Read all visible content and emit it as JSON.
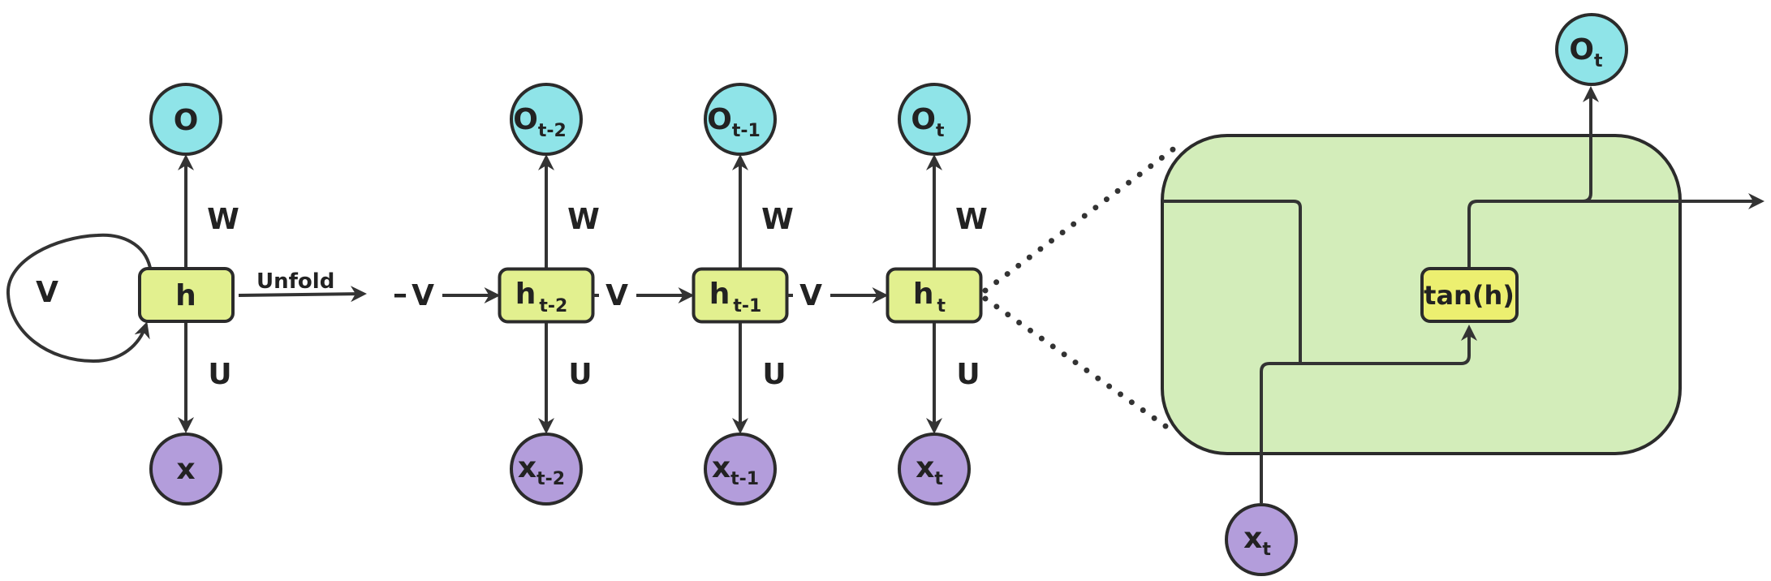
{
  "colors": {
    "output_node": "#8fe4e8",
    "hidden_node": "#e2f08f",
    "input_node": "#b39ddb",
    "cell_background": "#d3edba",
    "activation_node": "#ecef70",
    "stroke": "#2b2b2b"
  },
  "folded": {
    "output": "O",
    "hidden": "h",
    "input": "x",
    "w_label": "W",
    "u_label": "U",
    "v_label": "V",
    "unfold_label": "Unfold"
  },
  "unrolled": {
    "steps": [
      {
        "output_base": "O",
        "output_sub": "t-2",
        "hidden_base": "h",
        "hidden_sub": "t-2",
        "input_base": "x",
        "input_sub": "t-2",
        "w_label": "W",
        "u_label": "U",
        "v_label": "V"
      },
      {
        "output_base": "O",
        "output_sub": "t-1",
        "hidden_base": "h",
        "hidden_sub": "t-1",
        "input_base": "x",
        "input_sub": "t-1",
        "w_label": "W",
        "u_label": "U",
        "v_label": "V"
      },
      {
        "output_base": "O",
        "output_sub": "t",
        "hidden_base": "h",
        "hidden_sub": "t",
        "input_base": "x",
        "input_sub": "t",
        "w_label": "W",
        "u_label": "U",
        "v_label": "V"
      }
    ],
    "leading_dash": "–"
  },
  "cell": {
    "activation": "tan(h)",
    "output_base": "O",
    "output_sub": "t",
    "input_base": "x",
    "input_sub": "t"
  }
}
